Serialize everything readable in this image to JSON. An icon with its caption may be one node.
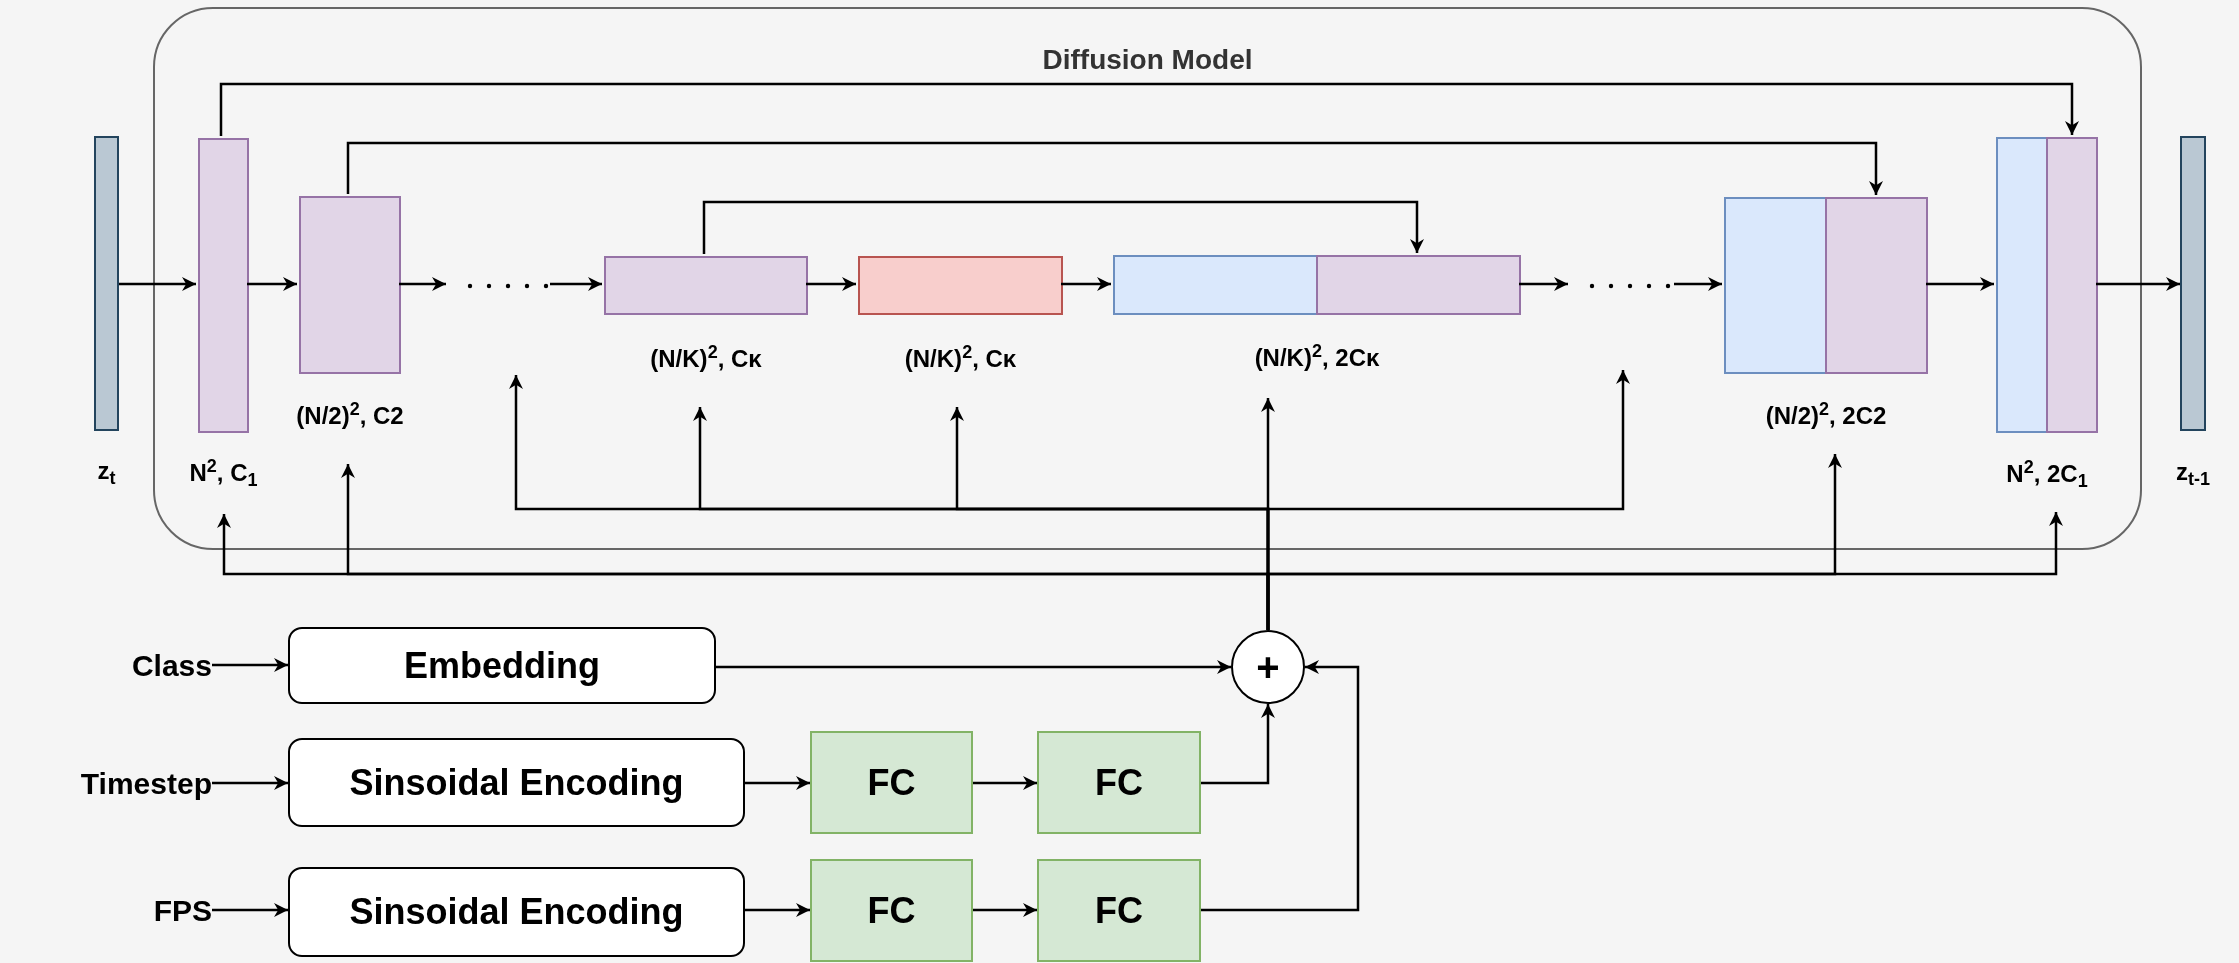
{
  "diagram": {
    "nodes": [
      {
        "text": [
          "Diffusion Model"
        ]
      },
      {
        "text": [],
        "shape": "bar",
        "beside": [
          "z$_{t}$"
        ]
      },
      {
        "text": [],
        "shape": "box",
        "in": 0,
        "beside": [
          "N$^{2}$, C$_{1}$"
        ]
      },
      {
        "text": [],
        "shape": "box",
        "in": 0,
        "beside": [
          "(N/2)$^{2}$, C2"
        ]
      },
      {
        "text": [],
        "shape": "dots",
        "in": 0
      },
      {
        "text": [],
        "shape": "box",
        "in": 0,
        "beside": [
          "(N/K)$^{2}$, Cᴋ"
        ]
      },
      {
        "text": [],
        "shape": "box",
        "in": 0,
        "beside": [
          "(N/K)$^{2}$, Cᴋ"
        ]
      },
      {
        "text": [],
        "shape": "box",
        "in": 0,
        "beside": [
          "(N/K)$^{2}$, 2Cᴋ"
        ]
      },
      {
        "text": [],
        "shape": "dots",
        "in": 0
      },
      {
        "text": [],
        "shape": "box",
        "in": 0,
        "beside": [
          "(N/2)$^{2}$, 2C2"
        ]
      },
      {
        "text": [],
        "shape": "box",
        "in": 0,
        "beside": [
          "N$^{2}$, 2C$_{1}$"
        ]
      },
      {
        "text": [],
        "shape": "bar",
        "beside": [
          "z$_{t-1}$"
        ]
      },
      {
        "text": [
          "+"
        ]
      },
      {
        "text": [
          "Class"
        ]
      },
      {
        "text": [
          "Embedding"
        ]
      },
      {
        "text": [
          "Timestep"
        ]
      },
      {
        "text": [
          "Sinsoidal Encoding"
        ]
      },
      {
        "text": [
          "FC"
        ]
      },
      {
        "text": [
          "FC"
        ]
      },
      {
        "text": [
          "FPS"
        ]
      },
      {
        "text": [
          "Sinsoidal Encoding"
        ]
      },
      {
        "text": [
          "FC"
        ]
      },
      {
        "text": [
          "FC"
        ]
      }
    ],
    "edges": [
      {
        "from": 1,
        "to": 2,
        "arrow": "to"
      },
      {
        "from": 2,
        "to": 3,
        "arrow": "to"
      },
      {
        "from": 3,
        "to": 4,
        "arrow": "to"
      },
      {
        "from": 4,
        "to": 5,
        "arrow": "to"
      },
      {
        "from": 5,
        "to": 6,
        "arrow": "to"
      },
      {
        "from": 6,
        "to": 7,
        "arrow": "to"
      },
      {
        "from": 7,
        "to": 8,
        "arrow": "to"
      },
      {
        "from": 8,
        "to": 9,
        "arrow": "to"
      },
      {
        "from": 9,
        "to": 10,
        "arrow": "to"
      },
      {
        "from": 10,
        "to": 11,
        "arrow": "to"
      },
      {
        "from": 2,
        "to": 10,
        "arrow": "to"
      },
      {
        "from": 3,
        "to": 9,
        "arrow": "to"
      },
      {
        "from": 5,
        "to": 7,
        "arrow": "to"
      },
      {
        "from": 13,
        "to": 14,
        "arrow": "to"
      },
      {
        "from": 14,
        "to": 12,
        "arrow": "to"
      },
      {
        "from": 15,
        "to": 16,
        "arrow": "to"
      },
      {
        "from": 16,
        "to": 17,
        "arrow": "to"
      },
      {
        "from": 17,
        "to": 18,
        "arrow": "to"
      },
      {
        "from": 18,
        "to": 12,
        "arrow": "to"
      },
      {
        "from": 19,
        "to": 20,
        "arrow": "to"
      },
      {
        "from": 20,
        "to": 21,
        "arrow": "to"
      },
      {
        "from": 21,
        "to": 22,
        "arrow": "to"
      },
      {
        "from": 22,
        "to": 12,
        "arrow": "to"
      },
      {
        "from": 12,
        "to": 7,
        "arrow": "to"
      },
      {
        "from": 12,
        "to": 4,
        "arrow": "to"
      },
      {
        "from": 12,
        "to": 5,
        "arrow": "to"
      },
      {
        "from": 12,
        "to": 6,
        "arrow": "to"
      },
      {
        "from": 12,
        "to": 8,
        "arrow": "to"
      },
      {
        "from": 12,
        "to": 2,
        "arrow": "to"
      },
      {
        "from": 12,
        "to": 3,
        "arrow": "to"
      },
      {
        "from": 12,
        "to": 9,
        "arrow": "to"
      },
      {
        "from": 12,
        "to": 10,
        "arrow": "to"
      }
    ]
  }
}
